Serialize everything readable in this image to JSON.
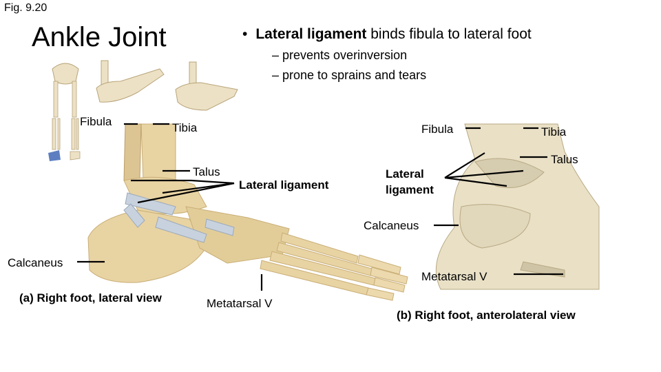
{
  "figure": {
    "number": "Fig. 9.20",
    "title": "Ankle Joint"
  },
  "bullets": {
    "main_bold": "Lateral ligament",
    "main_rest": " binds fibula to lateral foot",
    "sub": [
      "– prevents overinversion",
      "– prone to sprains and tears"
    ]
  },
  "panel_a": {
    "caption": "(a) Right foot, lateral view",
    "labels": {
      "fibula": "Fibula",
      "tibia": "Tibia",
      "talus": "Talus",
      "lateral_ligament": "Lateral ligament",
      "calcaneus": "Calcaneus",
      "metatarsal_v": "Metatarsal V"
    }
  },
  "panel_b": {
    "caption": "(b) Right foot, anterolateral view",
    "labels": {
      "fibula": "Fibula",
      "tibia": "Tibia",
      "talus": "Talus",
      "lateral_ligament": "Lateral ligament",
      "lateral_ligament_line1": "Lateral",
      "lateral_ligament_line2": "ligament",
      "calcaneus": "Calcaneus",
      "metatarsal_v": "Metatarsal V"
    }
  },
  "colors": {
    "bone": "#e8d3a3",
    "bone_shadow": "#c9ae76",
    "ligament": "#c8d2de",
    "specimen": "#e9e0c6",
    "specimen_shadow": "#b8a982",
    "leader": "#000000"
  }
}
